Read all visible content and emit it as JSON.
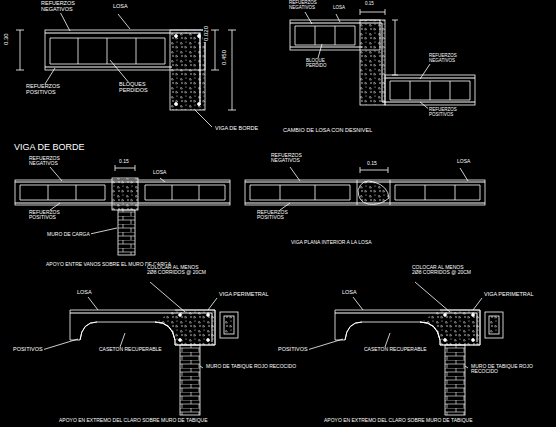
{
  "diagram": {
    "labels": [
      "REFUERZOS NEGATIVOS",
      "LOSA",
      "0.30",
      "0.020",
      "0.450",
      "BLOQUES PERDIDOS",
      "REFUERZOS POSITIVOS",
      "VIGA DE BORDE",
      "CAMBIO DE LOSA CON DESNIVEL",
      "REFUERZOS NEGATIVOS",
      "LOSA",
      "0.15",
      "BLOQUE PERDIDO",
      "REFUERZOS NEGATIVOS",
      "REFUERZOS POSITIVOS",
      "VIGA DE BORDE",
      "REFUERZOS NEGATIVOS",
      "0.15",
      "LOSA",
      "REFUERZOS POSITIVOS",
      "MURO DE CARGA",
      "APOYO ENTRE VANOS SOBRE EL MURO DE CARGA",
      "REFUERZOS NEGATIVOS",
      "0.15",
      "LOSA",
      "REFUERZOS POSITIVOS",
      "VIGA PLANA INTERIOR A LA LOSA",
      "COLOCAR AL MENOS 2Ø8 CORRIDOS @ 20CM",
      "LOSA",
      "VIGA PERIMETRAL",
      "POSITIVOS",
      "CASETON RECUPERABLE",
      "MURO DE TABIQUE ROJO RECOCIDO",
      "APOYO EN EXTREMO DEL CLARO SOBRE MURO DE TABIQUE",
      "COLOCAR AL MENOS 2Ø8 CORRIDOS @ 20CM",
      "LOSA",
      "VIGA PERIMETRAL",
      "POSITIVOS",
      "CASETON RECUPERABLE",
      "MURO DE TABIQUE ROJO RECOCIDO",
      "APOYO EN EXTREMO DEL CLARO SOBRE MURO DE TABIQUE"
    ]
  }
}
